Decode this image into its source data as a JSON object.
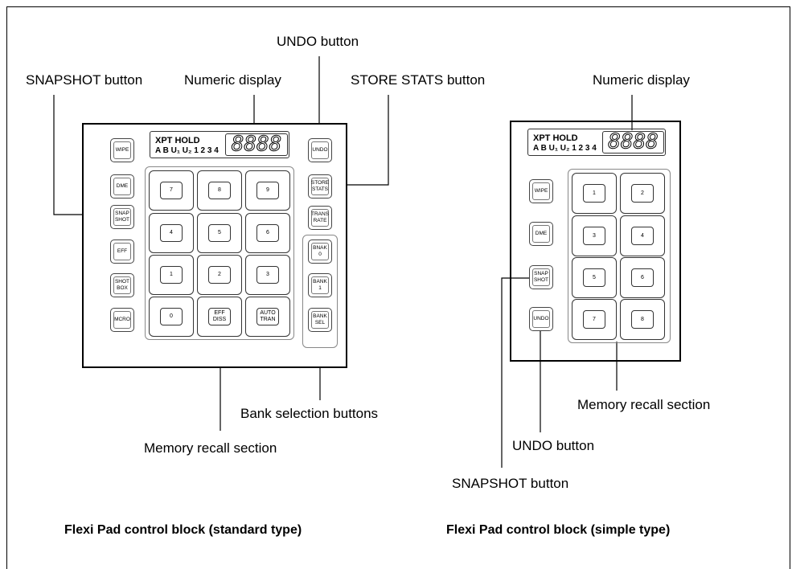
{
  "labels": {
    "undo_top": "UNDO button",
    "snapshot_left": "SNAPSHOT button",
    "numeric_left": "Numeric display",
    "store_stats": "STORE STATS button",
    "numeric_right": "Numeric display",
    "bank_selection": "Bank selection buttons",
    "memory_left": "Memory recall section",
    "memory_right": "Memory recall section",
    "undo_right": "UNDO button",
    "snapshot_right": "SNAPSHOT button"
  },
  "captions": {
    "standard": "Flexi Pad control block (standard type)",
    "simple": "Flexi Pad control block (simple type)"
  },
  "display": {
    "line1": "XPT HOLD",
    "line2": "A B U₁ U₂ 1 2 3 4",
    "digits": "8888"
  },
  "standard": {
    "left_buttons": [
      "WIPE",
      "DME",
      "SNAP\nSHOT",
      "EFF",
      "SHOT\nBOX",
      "MCRO"
    ],
    "keypad": [
      "7",
      "8",
      "9",
      "4",
      "5",
      "6",
      "1",
      "2",
      "3",
      "0",
      "EFF\nDISS",
      "AUTO\nTRAN"
    ],
    "right_buttons": [
      "UNDO",
      "STORE\nSTATS",
      "TRANS\nRATE"
    ],
    "bank_buttons": [
      "BNAK\n0",
      "BANK\n1",
      "BANK\nSEL"
    ]
  },
  "simple": {
    "left_buttons": [
      "WIPE",
      "DME",
      "SNAP\nSHOT",
      "UNDO"
    ],
    "keypad": [
      "1",
      "2",
      "3",
      "4",
      "5",
      "6",
      "7",
      "8"
    ]
  }
}
